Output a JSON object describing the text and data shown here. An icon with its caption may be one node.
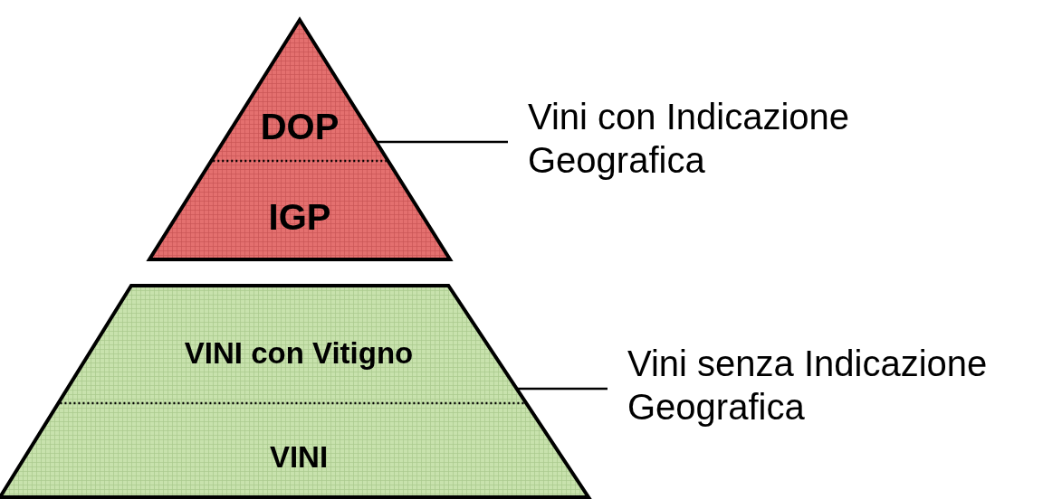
{
  "diagram": {
    "nodes": [
      {
        "text": [],
        "shape": "triangle"
      },
      {
        "text": [
          "DOP"
        ],
        "in": 0
      },
      {
        "text": [
          "IGP"
        ],
        "in": 0
      },
      {
        "text": [],
        "shape": "trapezoid"
      },
      {
        "text": [
          "VINI con Vitigno"
        ],
        "in": 3
      },
      {
        "text": [
          "VINI"
        ],
        "in": 3
      },
      {
        "text": [
          "Vini con Indicazione Geografica"
        ]
      },
      {
        "text": [
          "Vini senza Indicazione Geografica"
        ]
      }
    ],
    "edges": [
      {
        "from": 6,
        "to": 0,
        "arrow": "none"
      },
      {
        "from": 7,
        "to": 3,
        "arrow": "none"
      }
    ]
  }
}
